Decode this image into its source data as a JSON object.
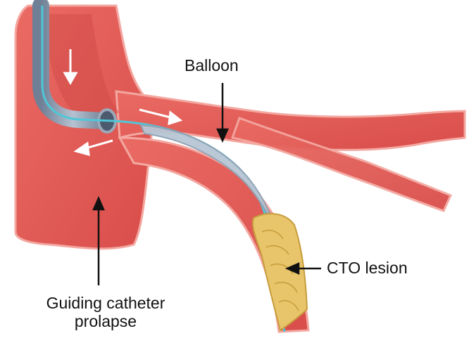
{
  "labels": {
    "balloon": "Balloon",
    "cto_lesion": "CTO lesion",
    "guiding_line1": "Guiding catheter",
    "guiding_line2": "prolapse"
  },
  "colors": {
    "vessel_fill": "#e25a55",
    "vessel_edge": "#f3a7a0",
    "lumen_dark": "#c9423f",
    "catheter": "#8a9bb0",
    "wire": "#4fc7d8",
    "balloon": "#b8c6d4",
    "lesion": "#e8c46a",
    "arrow_white": "#ffffff",
    "label_text": "#111111"
  }
}
